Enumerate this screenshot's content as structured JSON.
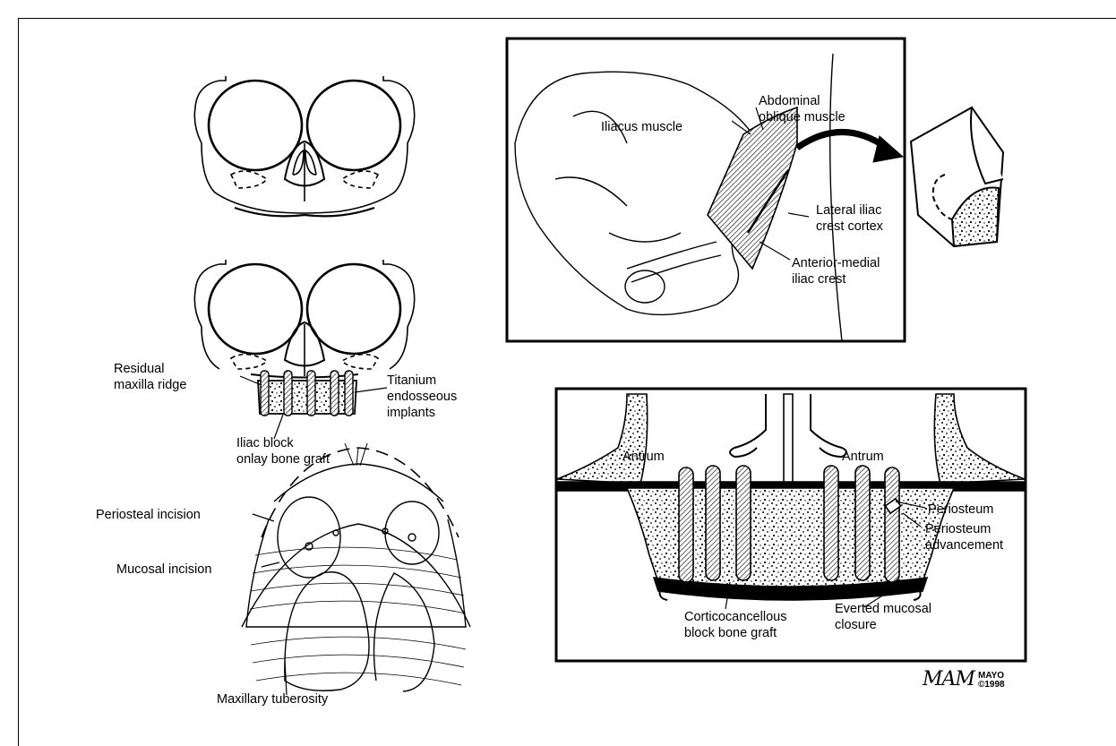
{
  "labels": {
    "iliacus_muscle": "Iliacus muscle",
    "abdominal_oblique": "Abdominal\noblique muscle",
    "lateral_iliac_crest": "Lateral iliac\ncrest cortex",
    "anterior_medial": "Anterior-medial\niliac crest",
    "residual_maxilla": "Residual\nmaxilla ridge",
    "titanium": "Titanium\nendosseous\nimplants",
    "iliac_block": "Iliac block\nonlay bone graft",
    "periosteal_incision": "Periosteal incision",
    "mucosal_incision": "Mucosal incision",
    "maxillary_tuberosity": "Maxillary tuberosity",
    "antrum_left": "Antrum",
    "antrum_right": "Antrum",
    "periosteum": "Periosteum",
    "periosteum_advancement": "Periosteum\nadvancement",
    "corticocancellous": "Corticocancellous\nblock bone graft",
    "everted_mucosal": "Everted mucosal\nclosure"
  },
  "credit": {
    "signature": "MAM",
    "publisher": "MAYO",
    "copyright": "©1998"
  }
}
